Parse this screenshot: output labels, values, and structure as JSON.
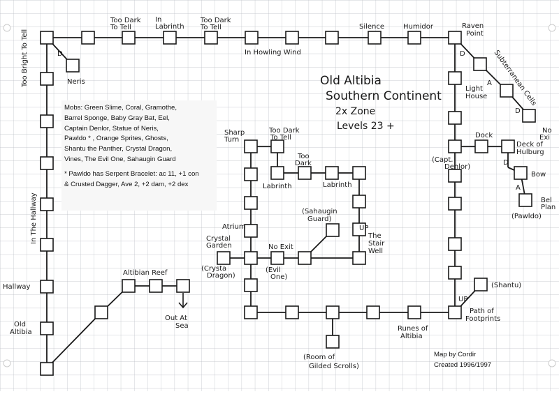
{
  "title": {
    "line1": "Old Altibia",
    "line2": "Southern Continent",
    "line3": "2x Zone",
    "line4": "Levels 23 +"
  },
  "info": {
    "mobs_lines": [
      "Mobs: Green Slime, Coral, Gramothe,",
      "Barrel Sponge, Baby Gray Bat, Eel,",
      "Captain Denlor, Statue of Neris,",
      "Pawldo * , Orange Sprites, Ghosts,",
      "Shantu the Panther, Crystal Dragon,",
      "Vines, The Evil One, Sahaugin Guard"
    ],
    "note_lines": [
      "* Pawldo has Serpent Bracelet: ac 11, +1 con",
      "& Crusted Dagger, Ave 2, +2 dam, +2 dex"
    ]
  },
  "credit": {
    "line1": "Map by Cordir",
    "line2": "Created 1996/1997"
  },
  "labels": {
    "too_dark_1": [
      "Too Dark",
      "To Tell"
    ],
    "in_labrinth": [
      "In",
      "Labrinth"
    ],
    "too_dark_2": [
      "Too Dark",
      "To Tell"
    ],
    "howling": "In  Howling Wind",
    "silence": "Silence",
    "humidor": "Humidor",
    "raven": [
      "Raven",
      "Point"
    ],
    "neris": "Neris",
    "too_bright": "Too Bright To Tell",
    "subterranean": "Subterranean Cells",
    "no_exit_e": [
      "No",
      "Exi"
    ],
    "lighthouse": [
      "Light",
      "House"
    ],
    "sharp_turn": [
      "Sharp",
      "Turn"
    ],
    "too_dark_3": [
      "Too Dark",
      "To Tell"
    ],
    "too_dark_4": [
      "Too",
      "Dark"
    ],
    "dock": "Dock",
    "deck": [
      "Deck of",
      "Hulburg"
    ],
    "capt": [
      "(Capt.",
      "Denlor)"
    ],
    "labrinth_a": "Labrinth",
    "labrinth_b": "Labrinth",
    "bow": "Bow",
    "bel": [
      "Bel",
      "Plan"
    ],
    "pawldo": "(Pawldo)",
    "sahaugin": [
      "(Sahaugin",
      "Guard)"
    ],
    "up_stair": [
      "UP",
      "The",
      "Stair",
      "Well"
    ],
    "atrium": "Atrium",
    "crystal_garden": [
      "Crystal",
      "Garden"
    ],
    "no_exit_c": "No Exit",
    "crystal_dragon": [
      "(Crysta",
      "Dragon)"
    ],
    "evil_one": [
      "(Evil",
      "One)"
    ],
    "in_the_hallway": "In   The   Hallway",
    "altibian_reef": "Altibian Reef",
    "out_at_sea": [
      "Out At",
      "Sea"
    ],
    "hallway": "Hallway",
    "shantu": "(Shantu)",
    "up_path": "UP",
    "path_footprints": [
      "Path of",
      "Footprints"
    ],
    "old_altibia": [
      "Old",
      "Altibia"
    ],
    "runes": [
      "Runes of",
      "Altibia"
    ],
    "room_scrolls": [
      "(Room of",
      "Gilded Scrolls)"
    ],
    "dir_d": "D",
    "dir_a": "A"
  }
}
